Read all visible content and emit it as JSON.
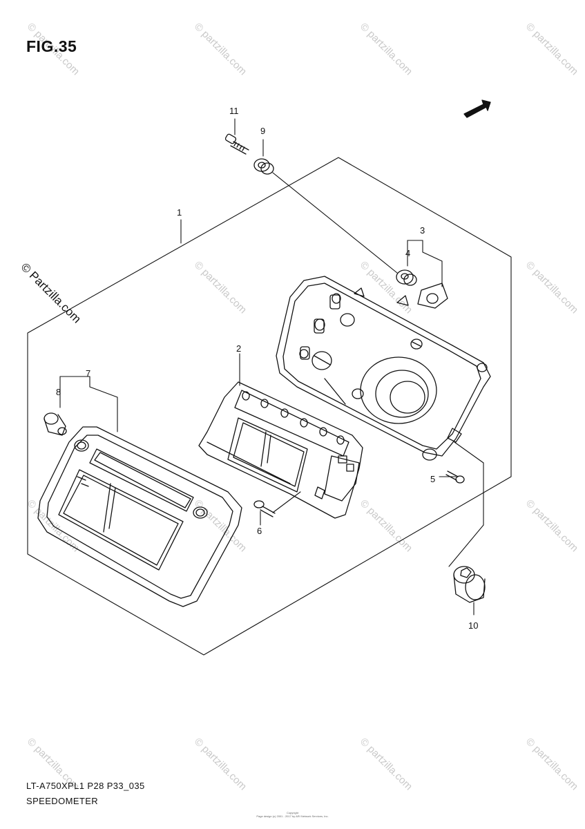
{
  "figure_title": "FIG.35",
  "callouts": {
    "c1": "1",
    "c2": "2",
    "c3": "3",
    "c4": "4",
    "c5": "5",
    "c6": "6",
    "c7": "7",
    "c8": "8",
    "c9": "9",
    "c10": "10",
    "c11": "11"
  },
  "direction_arrow": "FWD",
  "footer": {
    "model_code": "LT-A750XPL1 P28 P33_035",
    "section_name": "SPEEDOMETER",
    "copyright_line1": "Copyright",
    "copyright_line2": "Page design (c) 2001 - 2017 by ARI Network Services, Inc."
  },
  "watermark": {
    "text": "© Partzilla.com",
    "repeat_text": "© partzilla.com"
  },
  "colors": {
    "line": "#111111",
    "watermark": "#c9c9c9",
    "background": "#ffffff"
  }
}
